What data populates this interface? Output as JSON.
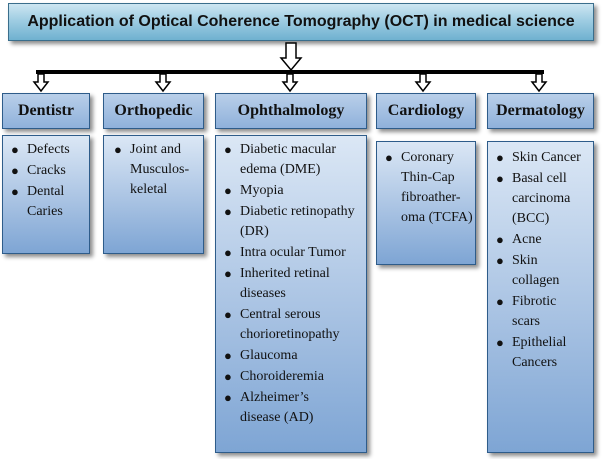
{
  "title": "Application of Optical Coherence Tomography (OCT) in medical science",
  "colors": {
    "title_fill": "#9fcde2",
    "header_fill": "#8fb1db",
    "content_fill": "#a9c3e3",
    "border": "#2e5c8a"
  },
  "categories": [
    {
      "name": "Dentistr",
      "items": [
        "Defects",
        "Cracks",
        "Dental Caries"
      ]
    },
    {
      "name": "Orthopedic",
      "items": [
        "Joint and Musculos-keletal"
      ]
    },
    {
      "name": "Ophthalmology",
      "items": [
        "Diabetic macular edema (DME)",
        "Myopia",
        "Diabetic retinopathy (DR)",
        "Intra ocular Tumor",
        "Inherited retinal diseases",
        "Central serous chorioretinopathy",
        "Glaucoma",
        "Choroideremia",
        "Alzheimer’s disease (AD)"
      ]
    },
    {
      "name": "Cardiology",
      "items": [
        "Coronary Thin-Cap fibroather-oma (TCFA)"
      ]
    },
    {
      "name": "Dermatology",
      "items": [
        "Skin Cancer",
        "Basal cell carcinoma (BCC)",
        "Acne",
        "Skin collagen",
        "Fibrotic scars",
        "Epithelial Cancers"
      ]
    }
  ]
}
